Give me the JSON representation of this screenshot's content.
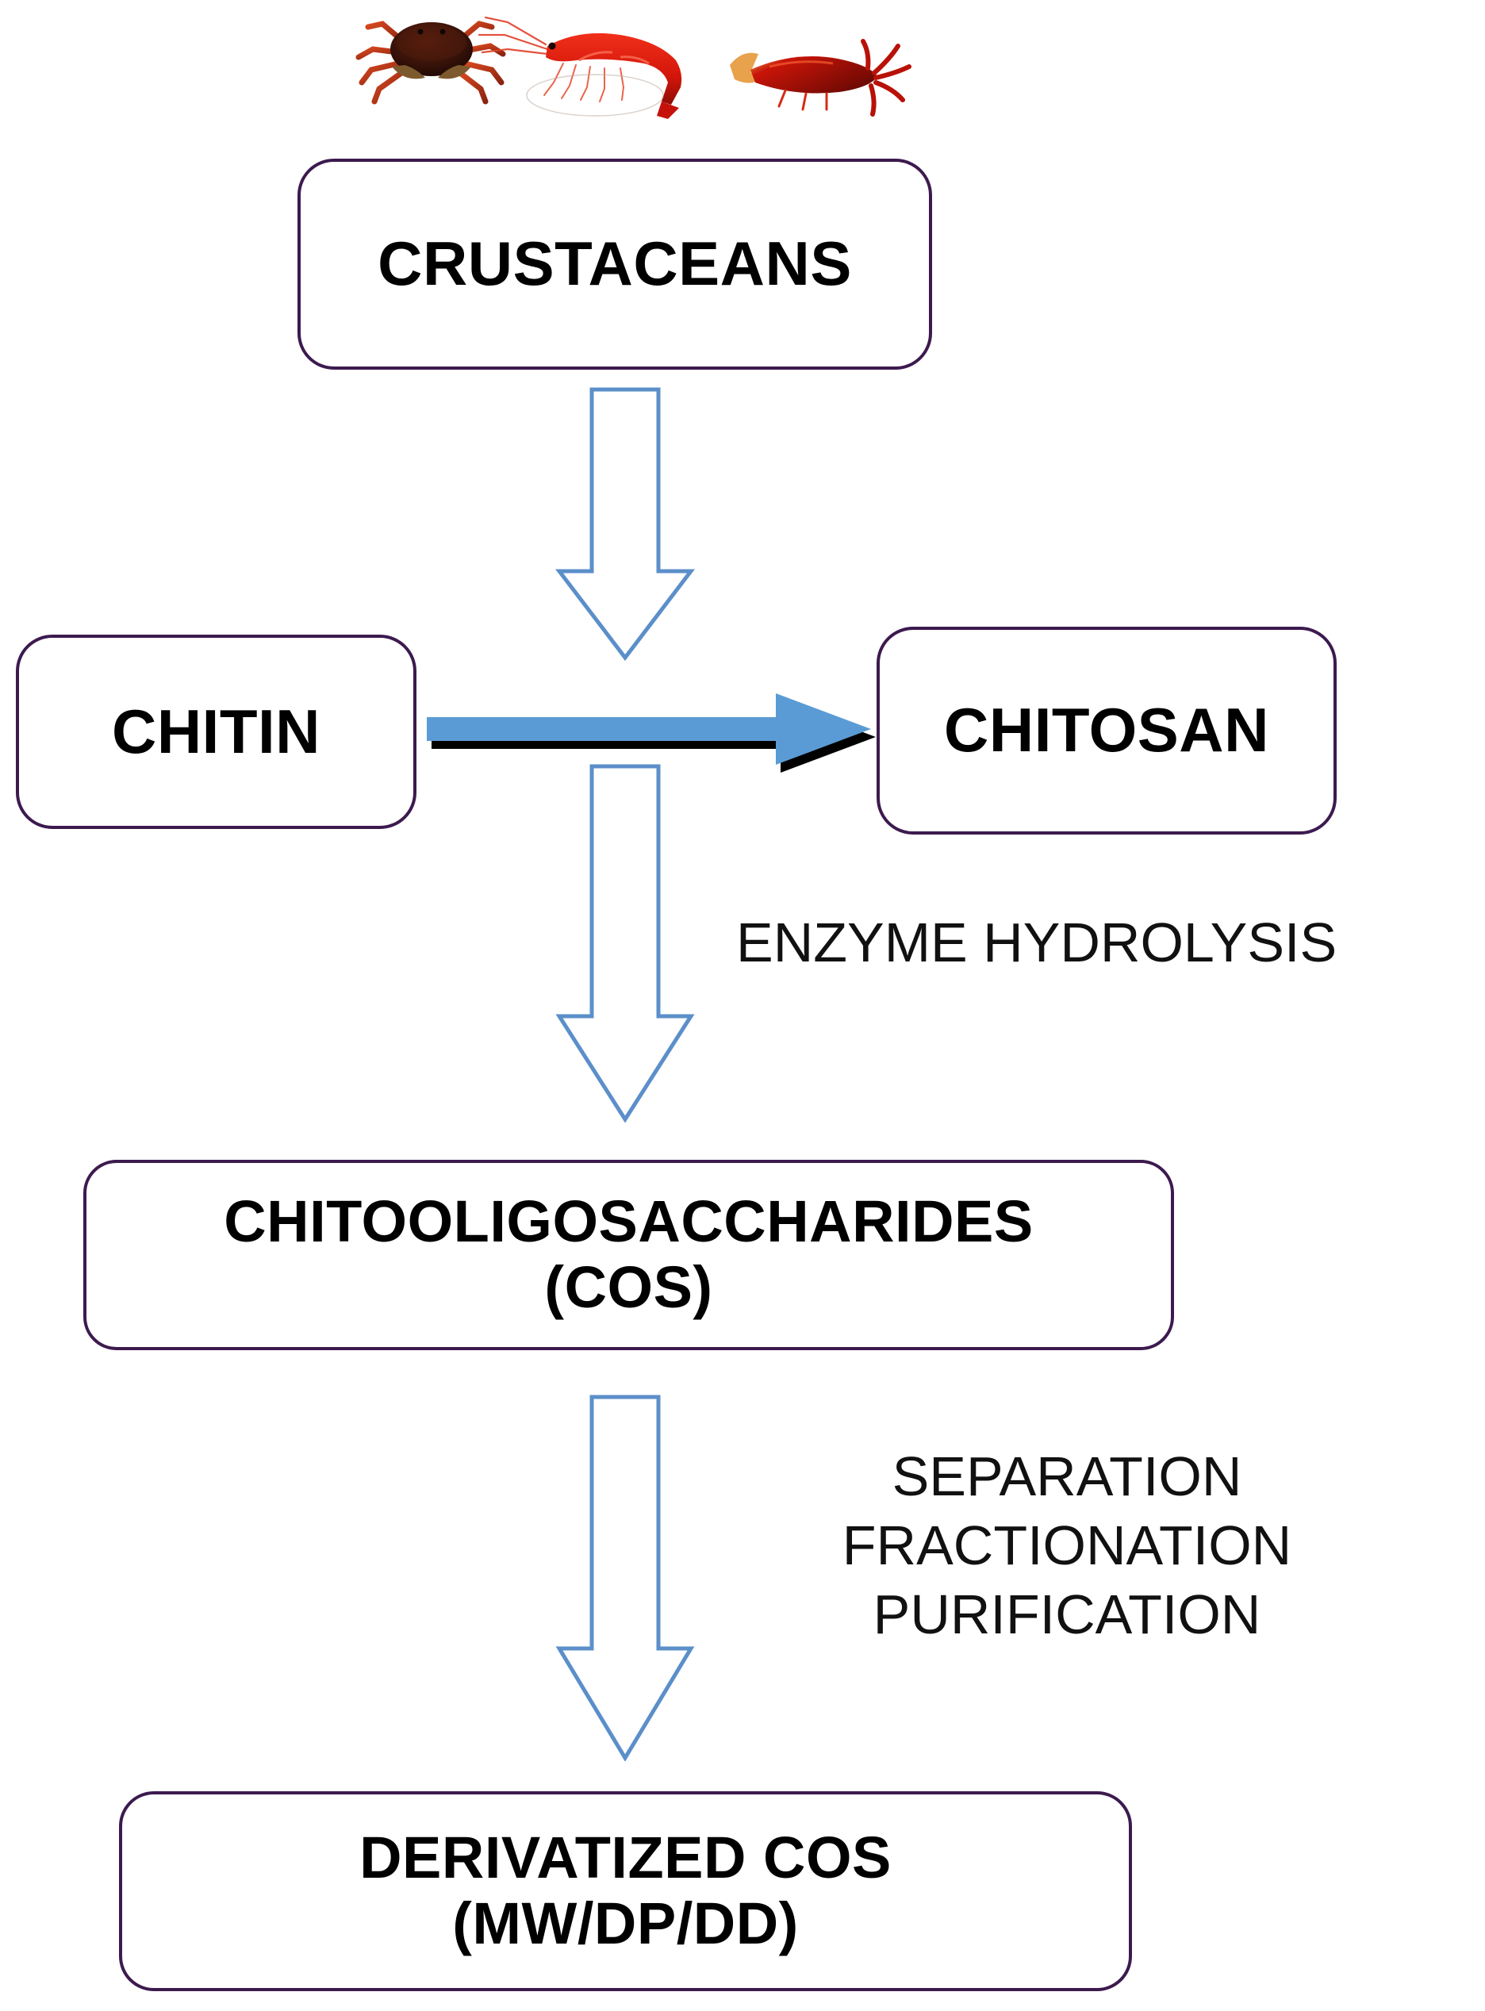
{
  "diagram": {
    "title": "Chitooligosaccharide production flowchart",
    "colors": {
      "box_border": "#3c1a4e",
      "box_fill": "#ffffff",
      "outline_arrow_stroke": "#5b8fc9",
      "solid_arrow_fill": "#5b9bd5",
      "solid_arrow_shadow": "#000000",
      "text": "#000000"
    },
    "header_images": [
      {
        "name": "crab-photo",
        "label": "crab"
      },
      {
        "name": "shrimp-photo",
        "label": "shrimp"
      },
      {
        "name": "prawn-photo",
        "label": "prawn"
      }
    ],
    "nodes": [
      {
        "id": "crustaceans",
        "label": "CRUSTACEANS"
      },
      {
        "id": "chitin",
        "label": "CHITIN"
      },
      {
        "id": "chitosan",
        "label": "CHITOSAN"
      },
      {
        "id": "cos",
        "label": "CHITOOLIGOSACCHARIDES\n(COS)"
      },
      {
        "id": "derivatized",
        "label": "DERIVATIZED COS\n(MW/DP/DD)"
      }
    ],
    "edge_labels": {
      "enzyme_hydrolysis": "ENZYME HYDROLYSIS",
      "separation_steps": "SEPARATION\nFRACTIONATION\nPURIFICATION"
    },
    "arrows": [
      {
        "id": "crustaceans-to-chitin",
        "style": "outline-block",
        "direction": "down"
      },
      {
        "id": "chitin-to-chitosan",
        "style": "solid-shadowed",
        "direction": "right"
      },
      {
        "id": "chitin-to-cos",
        "style": "outline-block",
        "direction": "down"
      },
      {
        "id": "cos-to-derivatized",
        "style": "outline-block",
        "direction": "down"
      }
    ]
  }
}
